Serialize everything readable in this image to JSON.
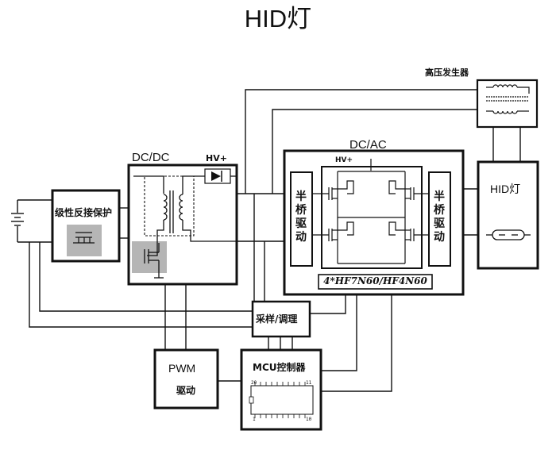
{
  "title": "HID灯",
  "blocks": {
    "protection": {
      "label": "级性反接保护"
    },
    "dcdc": {
      "label": "DC/DC",
      "hv_label": "HV+"
    },
    "dcac": {
      "label": "DC/AC",
      "hv_label": "HV+",
      "part_number": "4*HF7N60/HF4N60"
    },
    "half_bridge_left": {
      "label": "半桥驱动"
    },
    "half_bridge_right": {
      "label": "半桥驱动"
    },
    "hv_generator": {
      "label": "高压发生器"
    },
    "hid_lamp": {
      "label": "HID灯"
    },
    "sampling": {
      "label": "采样/调理"
    },
    "pwm": {
      "label": "PWM",
      "sublabel": "驱动"
    },
    "mcu": {
      "label": "MCU控制器",
      "pins": {
        "top_left": "20",
        "top_right": "11",
        "bottom_left": "1",
        "bottom_right": "10"
      }
    }
  },
  "colors": {
    "line": "#111111",
    "shade": "#b5b5b5",
    "bg": "#ffffff"
  }
}
